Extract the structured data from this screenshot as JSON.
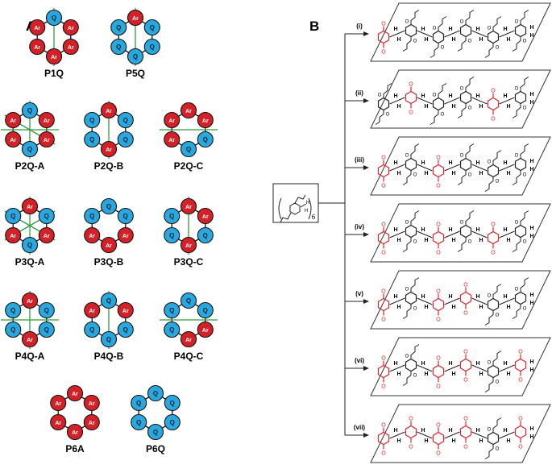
{
  "panel_a": {
    "label": "A",
    "macrocycles": [
      {
        "name": "P1Q",
        "units": [
          "Q",
          "Ar",
          "Ar",
          "Ar",
          "Ar",
          "Ar"
        ],
        "axes": [
          90
        ]
      },
      {
        "name": "P5Q",
        "units": [
          "Ar",
          "Q",
          "Q",
          "Q",
          "Q",
          "Q"
        ],
        "axes": [
          90
        ]
      },
      {
        "name": "P2Q-A",
        "units": [
          "Q",
          "Ar",
          "Ar",
          "Q",
          "Ar",
          "Ar"
        ],
        "axes": [
          0,
          30,
          90
        ]
      },
      {
        "name": "P2Q-B",
        "units": [
          "Ar",
          "Q",
          "Q",
          "Ar",
          "Q",
          "Q"
        ],
        "axes": [
          90
        ]
      },
      {
        "name": "P2Q-C",
        "units": [
          "Ar",
          "Ar",
          "Q",
          "Q",
          "Ar",
          "Ar"
        ],
        "axes": [
          0
        ]
      },
      {
        "name": "P3Q-A",
        "units": [
          "Ar",
          "Q",
          "Ar",
          "Q",
          "Ar",
          "Q"
        ],
        "axes": [
          30,
          90,
          150
        ]
      },
      {
        "name": "P3Q-B",
        "units": [
          "Q",
          "Q",
          "Ar",
          "Ar",
          "Ar",
          "Q"
        ],
        "axes": []
      },
      {
        "name": "P3Q-C",
        "units": [
          "Ar",
          "Ar",
          "Q",
          "Ar",
          "Q",
          "Q"
        ],
        "axes": [
          90
        ]
      },
      {
        "name": "P4Q-A",
        "units": [
          "Ar",
          "Q",
          "Q",
          "Ar",
          "Q",
          "Q"
        ],
        "axes": [
          0,
          90
        ]
      },
      {
        "name": "P4Q-B",
        "units": [
          "Q",
          "Ar",
          "Q",
          "Q",
          "Q",
          "Ar"
        ],
        "axes": [
          90
        ]
      },
      {
        "name": "P4Q-C",
        "units": [
          "Q",
          "Q",
          "Ar",
          "Ar",
          "Q",
          "Q"
        ],
        "axes": [
          0
        ]
      },
      {
        "name": "P6A",
        "units": [
          "Ar",
          "Ar",
          "Ar",
          "Ar",
          "Ar",
          "Ar"
        ],
        "axes": []
      },
      {
        "name": "P6Q",
        "units": [
          "Q",
          "Q",
          "Q",
          "Q",
          "Q",
          "Q"
        ],
        "axes": []
      }
    ]
  },
  "panel_b": {
    "label": "B",
    "repeat_subscript": "6",
    "h_label": "H",
    "rows": [
      {
        "label": "(i)",
        "oxidized": [
          0
        ]
      },
      {
        "label": "(ii)",
        "oxidized": [
          1,
          4
        ]
      },
      {
        "label": "(iii)",
        "oxidized": [
          0,
          2
        ]
      },
      {
        "label": "(iv)",
        "oxidized": [
          0,
          2,
          4
        ]
      },
      {
        "label": "(v)",
        "oxidized": [
          0,
          2,
          3
        ]
      },
      {
        "label": "(vi)",
        "oxidized": [
          0,
          2,
          3,
          5
        ]
      },
      {
        "label": "(vii)",
        "oxidized": [
          0,
          1,
          2,
          3,
          5
        ]
      }
    ]
  },
  "colors": {
    "aryl": "#d42027",
    "quinone": "#29a8df",
    "symmetry_axis": "#2e9e3e",
    "oxidized_unit": "#e0262d",
    "bond": "#222222"
  }
}
